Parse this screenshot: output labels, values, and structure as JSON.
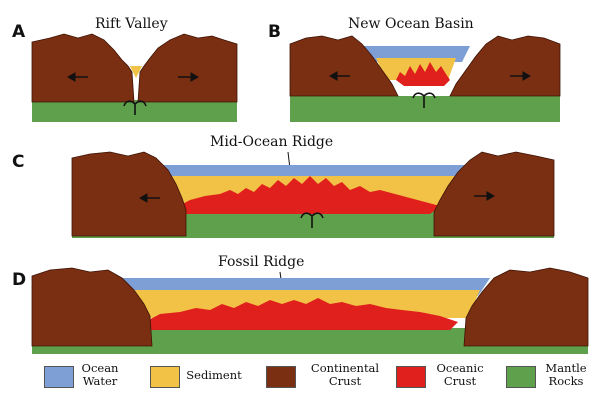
{
  "panels": [
    {
      "letter": "A",
      "title": "Rift Valley"
    },
    {
      "letter": "B",
      "title": "New Ocean Basin"
    },
    {
      "letter": "C",
      "title": "Mid-Ocean Ridge"
    },
    {
      "letter": "D",
      "title": "Fossil Ridge"
    }
  ],
  "legend": [
    {
      "line1": "Ocean",
      "line2": "Water",
      "color": "#7d9fd6"
    },
    {
      "line1": "Sediment",
      "line2": "",
      "color": "#f2c247"
    },
    {
      "line1": "Continental",
      "line2": "Crust",
      "color": "#7a2e12"
    },
    {
      "line1": "Oceanic",
      "line2": "Crust",
      "color": "#e0201c"
    },
    {
      "line1": "Mantle",
      "line2": "Rocks",
      "color": "#5fa04c"
    }
  ],
  "colors": {
    "ocean": "#7d9fd6",
    "sediment": "#f2c247",
    "continental": "#7a2e12",
    "oceanic": "#e0201c",
    "mantle": "#5fa04c"
  }
}
